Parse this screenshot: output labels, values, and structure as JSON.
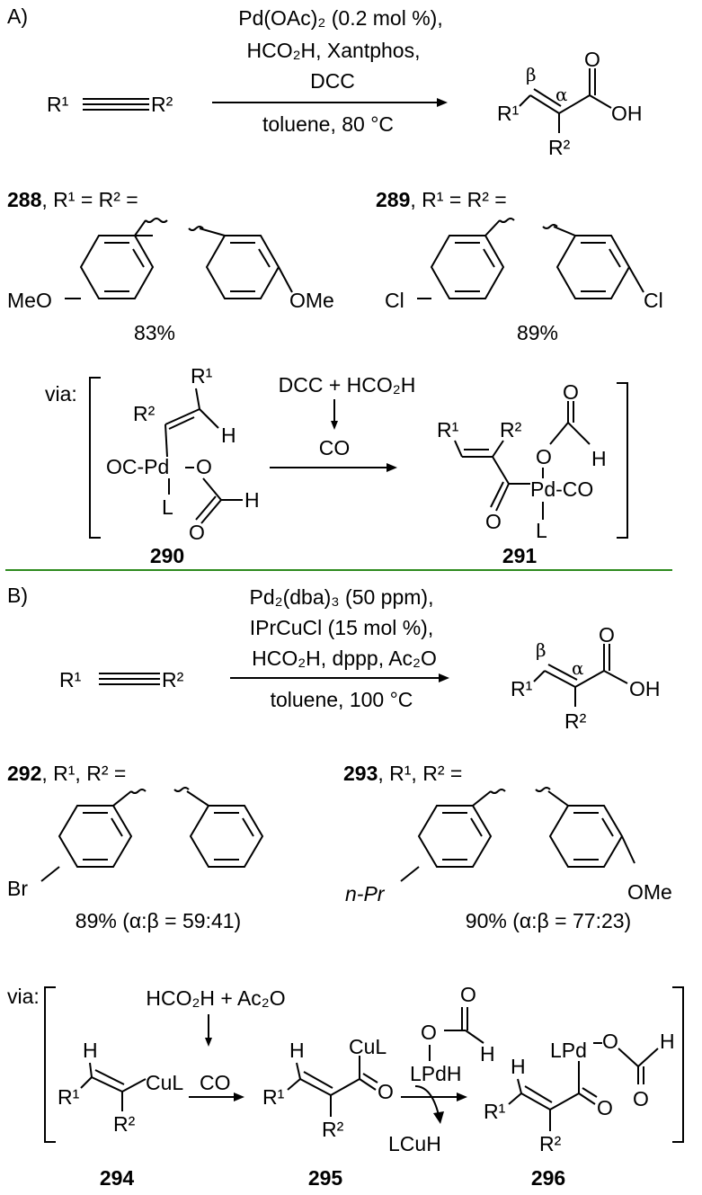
{
  "section_a": {
    "label": "A)",
    "reagents": [
      "Pd(OAc)₂ (0.2 mol %),",
      "HCO₂H, Xantphos,",
      "DCC"
    ],
    "conditions": "toluene, 80 °C",
    "substrate": {
      "r1": "R¹",
      "r2": "R²"
    },
    "product": {
      "beta": "β",
      "alpha": "α",
      "r1": "R¹",
      "r2": "R²",
      "o": "O",
      "oh": "OH"
    },
    "example_288": {
      "num": "288",
      "rest": ", R¹ = R² =",
      "substituent": "MeO",
      "substituent_right": "OMe",
      "yield": "83%"
    },
    "example_289": {
      "num": "289",
      "rest": ", R¹ = R² =",
      "substituent": "Cl",
      "substituent_right": "Cl",
      "yield": "89%"
    },
    "mechanism": {
      "via": "via:",
      "gas_source": "DCC + HCO₂H",
      "gas": "CO",
      "cpd_290": {
        "num": "290",
        "r1": "R¹",
        "r2": "R²",
        "h": "H",
        "pd": "OC-Pd",
        "o": "O",
        "l": "L",
        "o2": "O",
        "h2": "H"
      },
      "cpd_291": {
        "num": "291",
        "r1": "R¹",
        "r2": "R²",
        "o": "O",
        "h": "H",
        "pd": "Pd-CO",
        "o2": "O",
        "l": "L",
        "o3": "O"
      }
    }
  },
  "section_b": {
    "label": "B)",
    "reagents": [
      "Pd₂(dba)₃ (50 ppm),",
      "IPrCuCl (15 mol %),",
      "HCO₂H, dppp, Ac₂O"
    ],
    "conditions": "toluene, 100 °C",
    "substrate": {
      "r1": "R¹",
      "r2": "R²"
    },
    "product": {
      "beta": "β",
      "alpha": "α",
      "r1": "R¹",
      "r2": "R²",
      "o": "O",
      "oh": "OH"
    },
    "example_292": {
      "num": "292",
      "rest": ", R¹, R² =",
      "substituent": "Br",
      "yield": "89% (α:β = 59:41)"
    },
    "example_293": {
      "num": "293",
      "rest": ", R¹, R² =",
      "substituent": "n-Pr",
      "substituent_right": "OMe",
      "yield": "90% (α:β = 77:23)"
    },
    "mechanism": {
      "via": "via:",
      "gas_source": "HCO₂H + Ac₂O",
      "cpd_294": {
        "num": "294",
        "h": "H",
        "r1": "R¹",
        "r2": "R²",
        "cul": "CuL",
        "co": "CO"
      },
      "cpd_295": {
        "num": "295",
        "h": "H",
        "r1": "R¹",
        "r2": "R²",
        "cul": "CuL",
        "o": "O"
      },
      "hydride": {
        "o": "O",
        "h": "H",
        "o2": "O",
        "lpdh": "LPdH",
        "byproduct": "LCuH"
      },
      "cpd_296": {
        "num": "296",
        "h": "H",
        "r1": "R¹",
        "r2": "R²",
        "lpd": "LPd",
        "o": "O",
        "o2": "O",
        "h2": "H",
        "o3": "O"
      }
    }
  }
}
